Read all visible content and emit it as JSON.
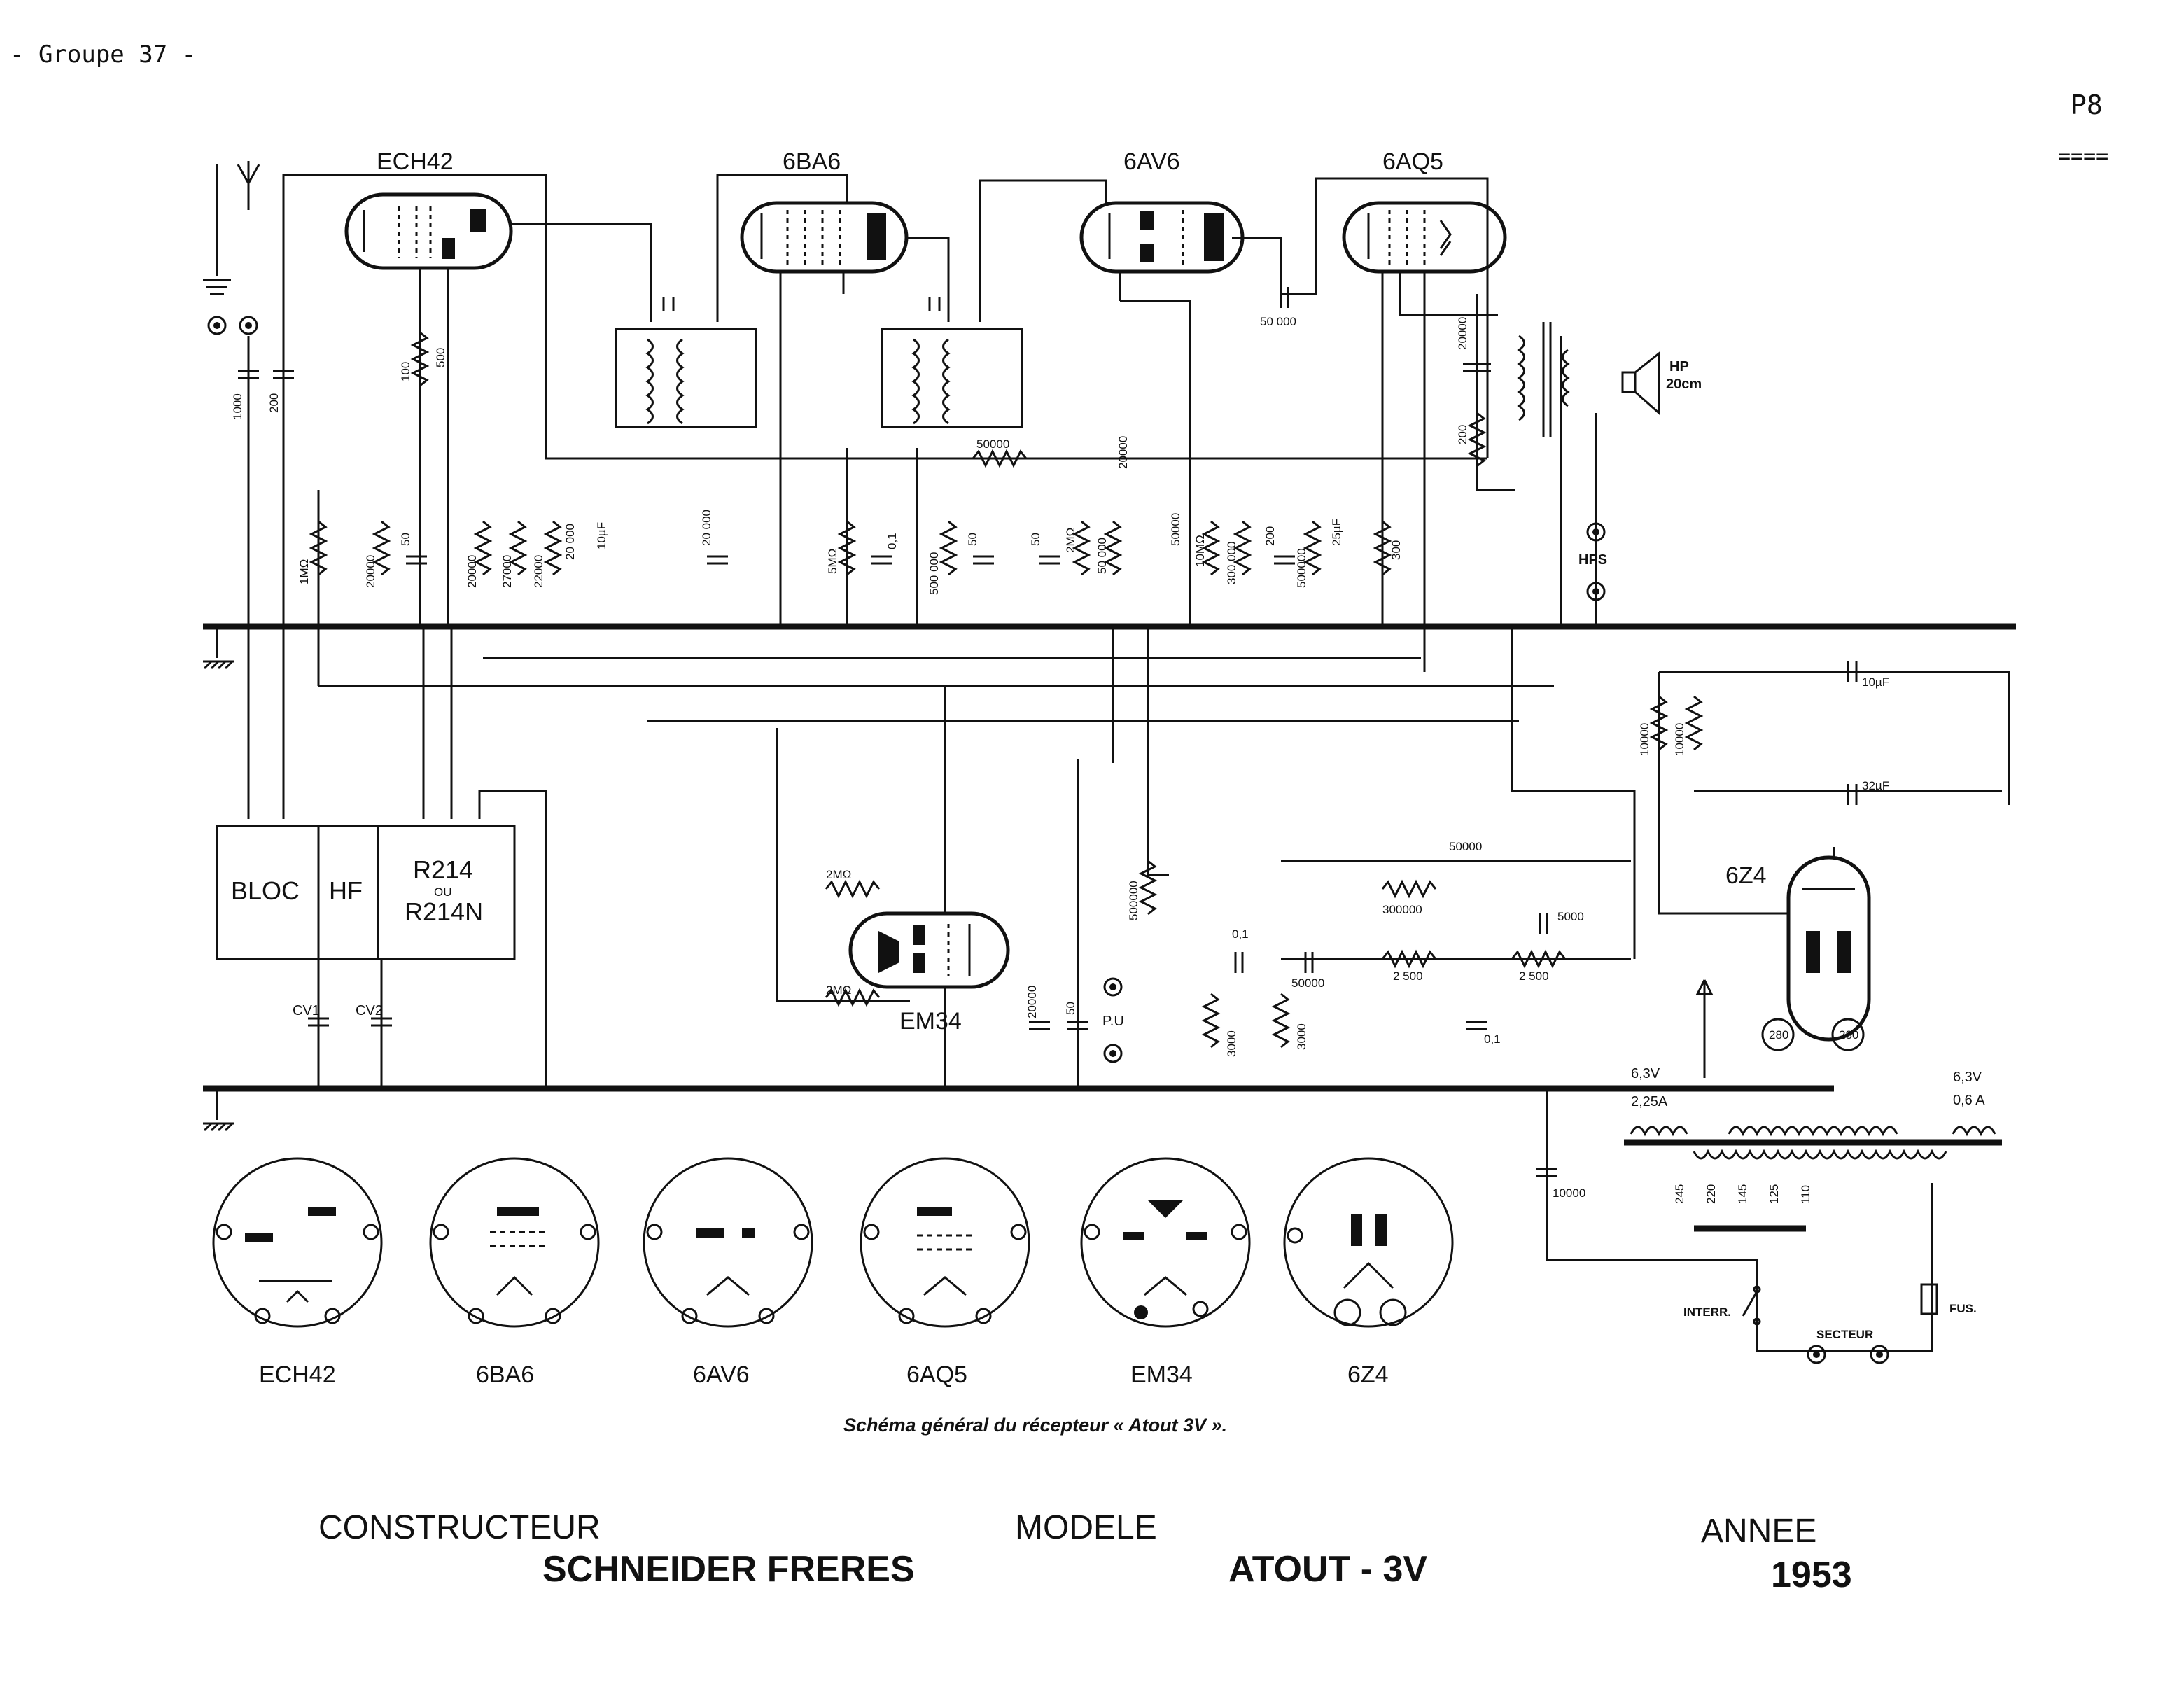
{
  "header": {
    "group": "- Groupe 37 -",
    "page_ref": "P8",
    "page_underline": "===="
  },
  "tubes_top": [
    "ECH42",
    "6BA6",
    "6AV6",
    "6AQ5"
  ],
  "tube_em34": "EM34",
  "tube_6z4": "6Z4",
  "block": {
    "label1": "BLOC",
    "label2": "HF",
    "label3": "R214",
    "label4": "OU",
    "label5": "R214N"
  },
  "components": {
    "c1000": "1000",
    "c200": "200",
    "r1m": "1MΩ",
    "r100": "100",
    "r500": "500",
    "r20000_a": "20000",
    "c50_a": "50",
    "r20000_b": "20000",
    "r27000": "27000",
    "r22000": "22000",
    "r20000_c": "20 000",
    "c10uf_a": "10µF",
    "r20000_d": "20 000",
    "r5m": "5MΩ",
    "c01_a": "0,1",
    "r500000_a": "500 000",
    "c50_b": "50",
    "r50000_top": "50000",
    "c20000_top": "20000",
    "c50_c": "50",
    "r2m_a": "2MΩ",
    "r50000_b": "50 000",
    "r50000_c": "50000",
    "r10m": "10MΩ",
    "r300000_a": "300 000",
    "c50000": "50 000",
    "r200_a": "200",
    "r500000_b": "500000",
    "c25uf": "25µF",
    "r300": "300",
    "c20000_out": "20000",
    "r200_b": "200",
    "hp": "HP",
    "hp_size": "20cm",
    "hps": "HPS",
    "r10000_a": "10000",
    "r10000_b": "10000",
    "c10uf_b": "10µF",
    "c32uf": "32µF",
    "r2m_b": "2MΩ",
    "r2m_c": "2MΩ",
    "pot500000": "500000",
    "c01_b": "0,1",
    "c50000_b": "50000",
    "r300000_b": "300000",
    "r50000_d": "50000",
    "c5000": "5000",
    "r2500_a": "2 500",
    "r2500_b": "2 500",
    "r3000_a": "3000",
    "r3000_b": "3000",
    "c01_c": "0,1",
    "c20000_em": "20000",
    "c50_em": "50",
    "pu": "P.U",
    "cv1": "CV1",
    "cv2": "CV2",
    "v63_a": "6,3V",
    "a225": "2,25A",
    "v63_b": "6,3V",
    "a06": "0,6 A",
    "l280_a": "280",
    "l280_b": "280",
    "taps": [
      "245",
      "220",
      "145",
      "125",
      "110"
    ],
    "c10000": "10000",
    "interr": "INTERR.",
    "secteur": "SECTEUR",
    "fus": "FUS."
  },
  "sockets": [
    "ECH42",
    "6BA6",
    "6AV6",
    "6AQ5",
    "EM34",
    "6Z4"
  ],
  "caption": "Schéma général du récepteur « Atout 3V ».",
  "footer": {
    "constructeur_label": "CONSTRUCTEUR",
    "constructeur": "SCHNEIDER FRERES",
    "modele_label": "MODELE",
    "modele": "ATOUT - 3V",
    "annee_label": "ANNEE",
    "annee": "1953"
  }
}
